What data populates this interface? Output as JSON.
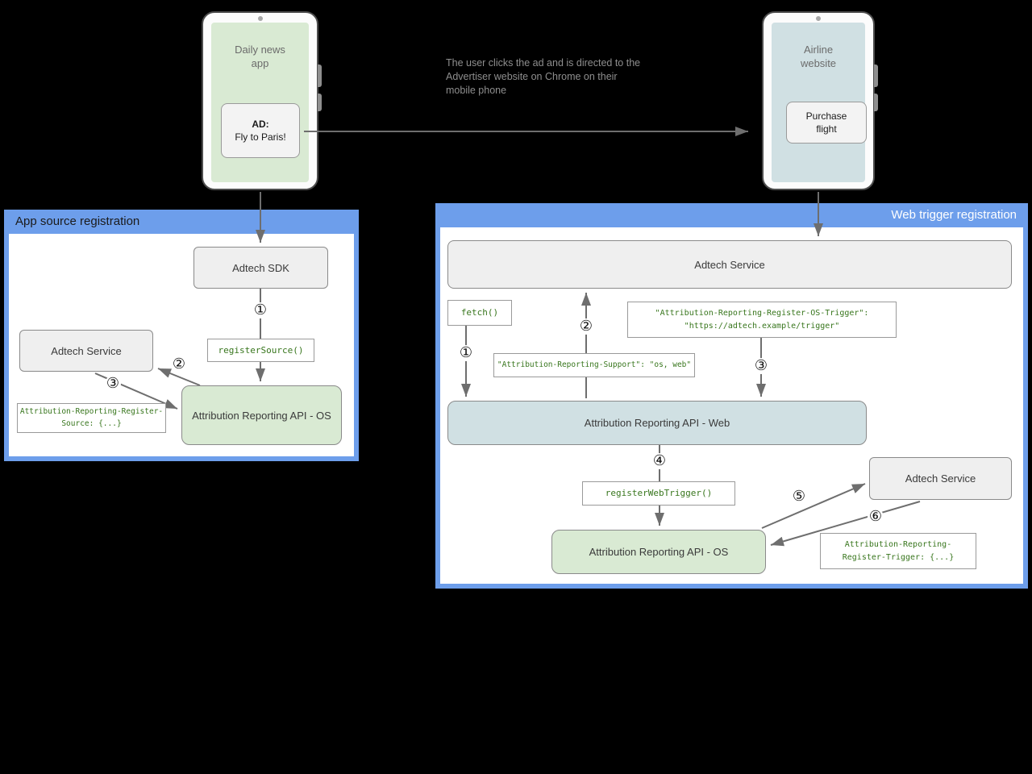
{
  "scene": {
    "left_phone": {
      "title": "Daily news app",
      "ad_label": "AD:",
      "ad_text": "Fly to Paris!"
    },
    "right_phone": {
      "title": "Airline website",
      "button_label": "Purchase flight"
    },
    "annotation": "The user clicks the ad and is directed to the Advertiser website on Chrome on their mobile phone"
  },
  "app_source_panel": {
    "title": "App source registration",
    "adtech_sdk": "Adtech SDK",
    "adtech_service": "Adtech Service",
    "api_os": "Attribution Reporting API - OS",
    "register_source_call": "registerSource()",
    "register_source_header_l1": "Attribution-Reporting-Register-",
    "register_source_header_l2": "Source: {...}",
    "step1": "①",
    "step2": "②",
    "step3": "③"
  },
  "web_trigger_panel": {
    "title": "Web trigger registration",
    "adtech_service_top": "Adtech Service",
    "adtech_service_side": "Adtech Service",
    "api_web": "Attribution Reporting API - Web",
    "api_os": "Attribution Reporting API - OS",
    "fetch_call": "fetch()",
    "os_trigger_header_l1": "\"Attribution-Reporting-Register-OS-Trigger\":",
    "os_trigger_header_l2": "\"https://adtech.example/trigger\"",
    "support_header": "\"Attribution-Reporting-Support\": \"os, web\"",
    "register_web_trigger_call": "registerWebTrigger()",
    "register_trigger_header_l1": "Attribution-Reporting-",
    "register_trigger_header_l2": "Register-Trigger: {...}",
    "step1": "①",
    "step2": "②",
    "step3": "③",
    "step4": "④",
    "step5": "⑤",
    "step6": "⑥"
  },
  "colors": {
    "panel_blue": "#6d9eeb",
    "node_gray": "#efefef",
    "node_green": "#d9ead3",
    "node_blue": "#d0e0e3",
    "code_green": "#38761d",
    "arrow_gray": "#6e6e6e"
  }
}
